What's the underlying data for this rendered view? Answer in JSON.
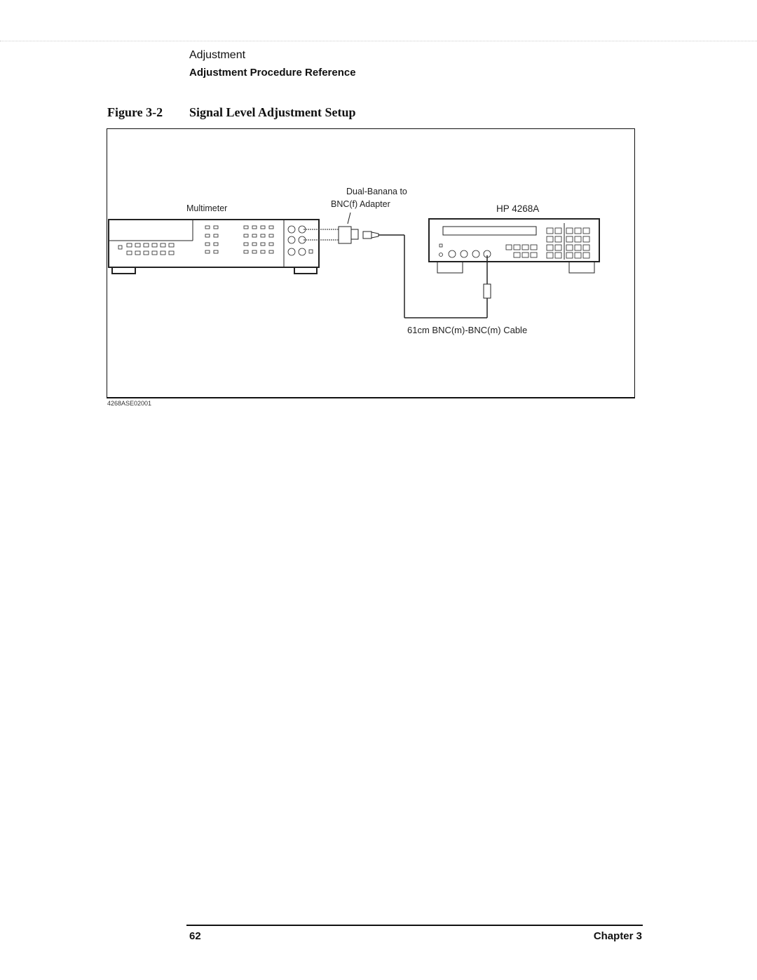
{
  "header": {
    "section": "Adjustment",
    "subsection": "Adjustment Procedure Reference"
  },
  "figure": {
    "number": "Figure 3-2",
    "title": "Signal Level Adjustment Setup",
    "labels": {
      "multimeter": "Multimeter",
      "adapter_line1": "Dual-Banana to",
      "adapter_line2": "BNC(f) Adapter",
      "instrument": "HP 4268A",
      "cable": "61cm BNC(m)-BNC(m) Cable"
    },
    "figure_id": "4268ASE02001"
  },
  "footer": {
    "page_number": "62",
    "chapter": "Chapter 3"
  }
}
